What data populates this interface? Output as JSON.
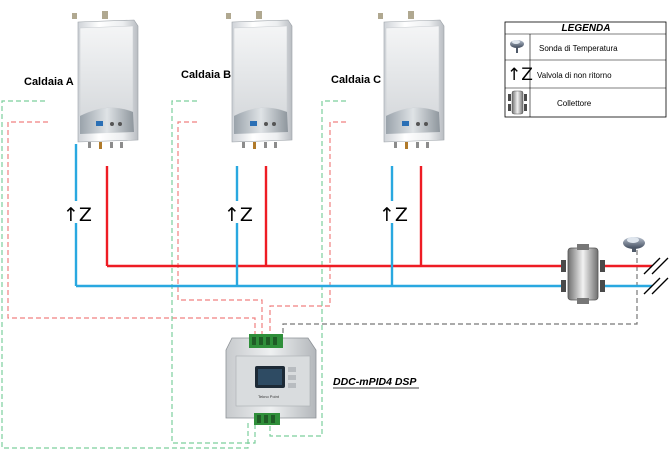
{
  "boilers": [
    {
      "label": "Caldaia A"
    },
    {
      "label": "Caldaia B"
    },
    {
      "label": "Caldaia C"
    }
  ],
  "legend": {
    "title": "LEGENDA",
    "items": [
      {
        "icon": "temperature-probe-icon",
        "label": "Sonda di Temperatura"
      },
      {
        "icon": "non-return-valve-icon",
        "label": "Valvola di non ritorno"
      },
      {
        "icon": "collector-icon",
        "label": "Collettore"
      }
    ]
  },
  "controller": {
    "name": "DDC-mPID4 DSP",
    "brand": "Tekno Point"
  },
  "symbols": {
    "non_return_valve": "↑Z"
  },
  "colors": {
    "flow_red": "#ee1c24",
    "return_blue": "#29a8e0",
    "signal_red_dashed": "#f08080",
    "signal_green_dashed": "#7ccf9c",
    "signal_gray_dashed": "#777777"
  }
}
